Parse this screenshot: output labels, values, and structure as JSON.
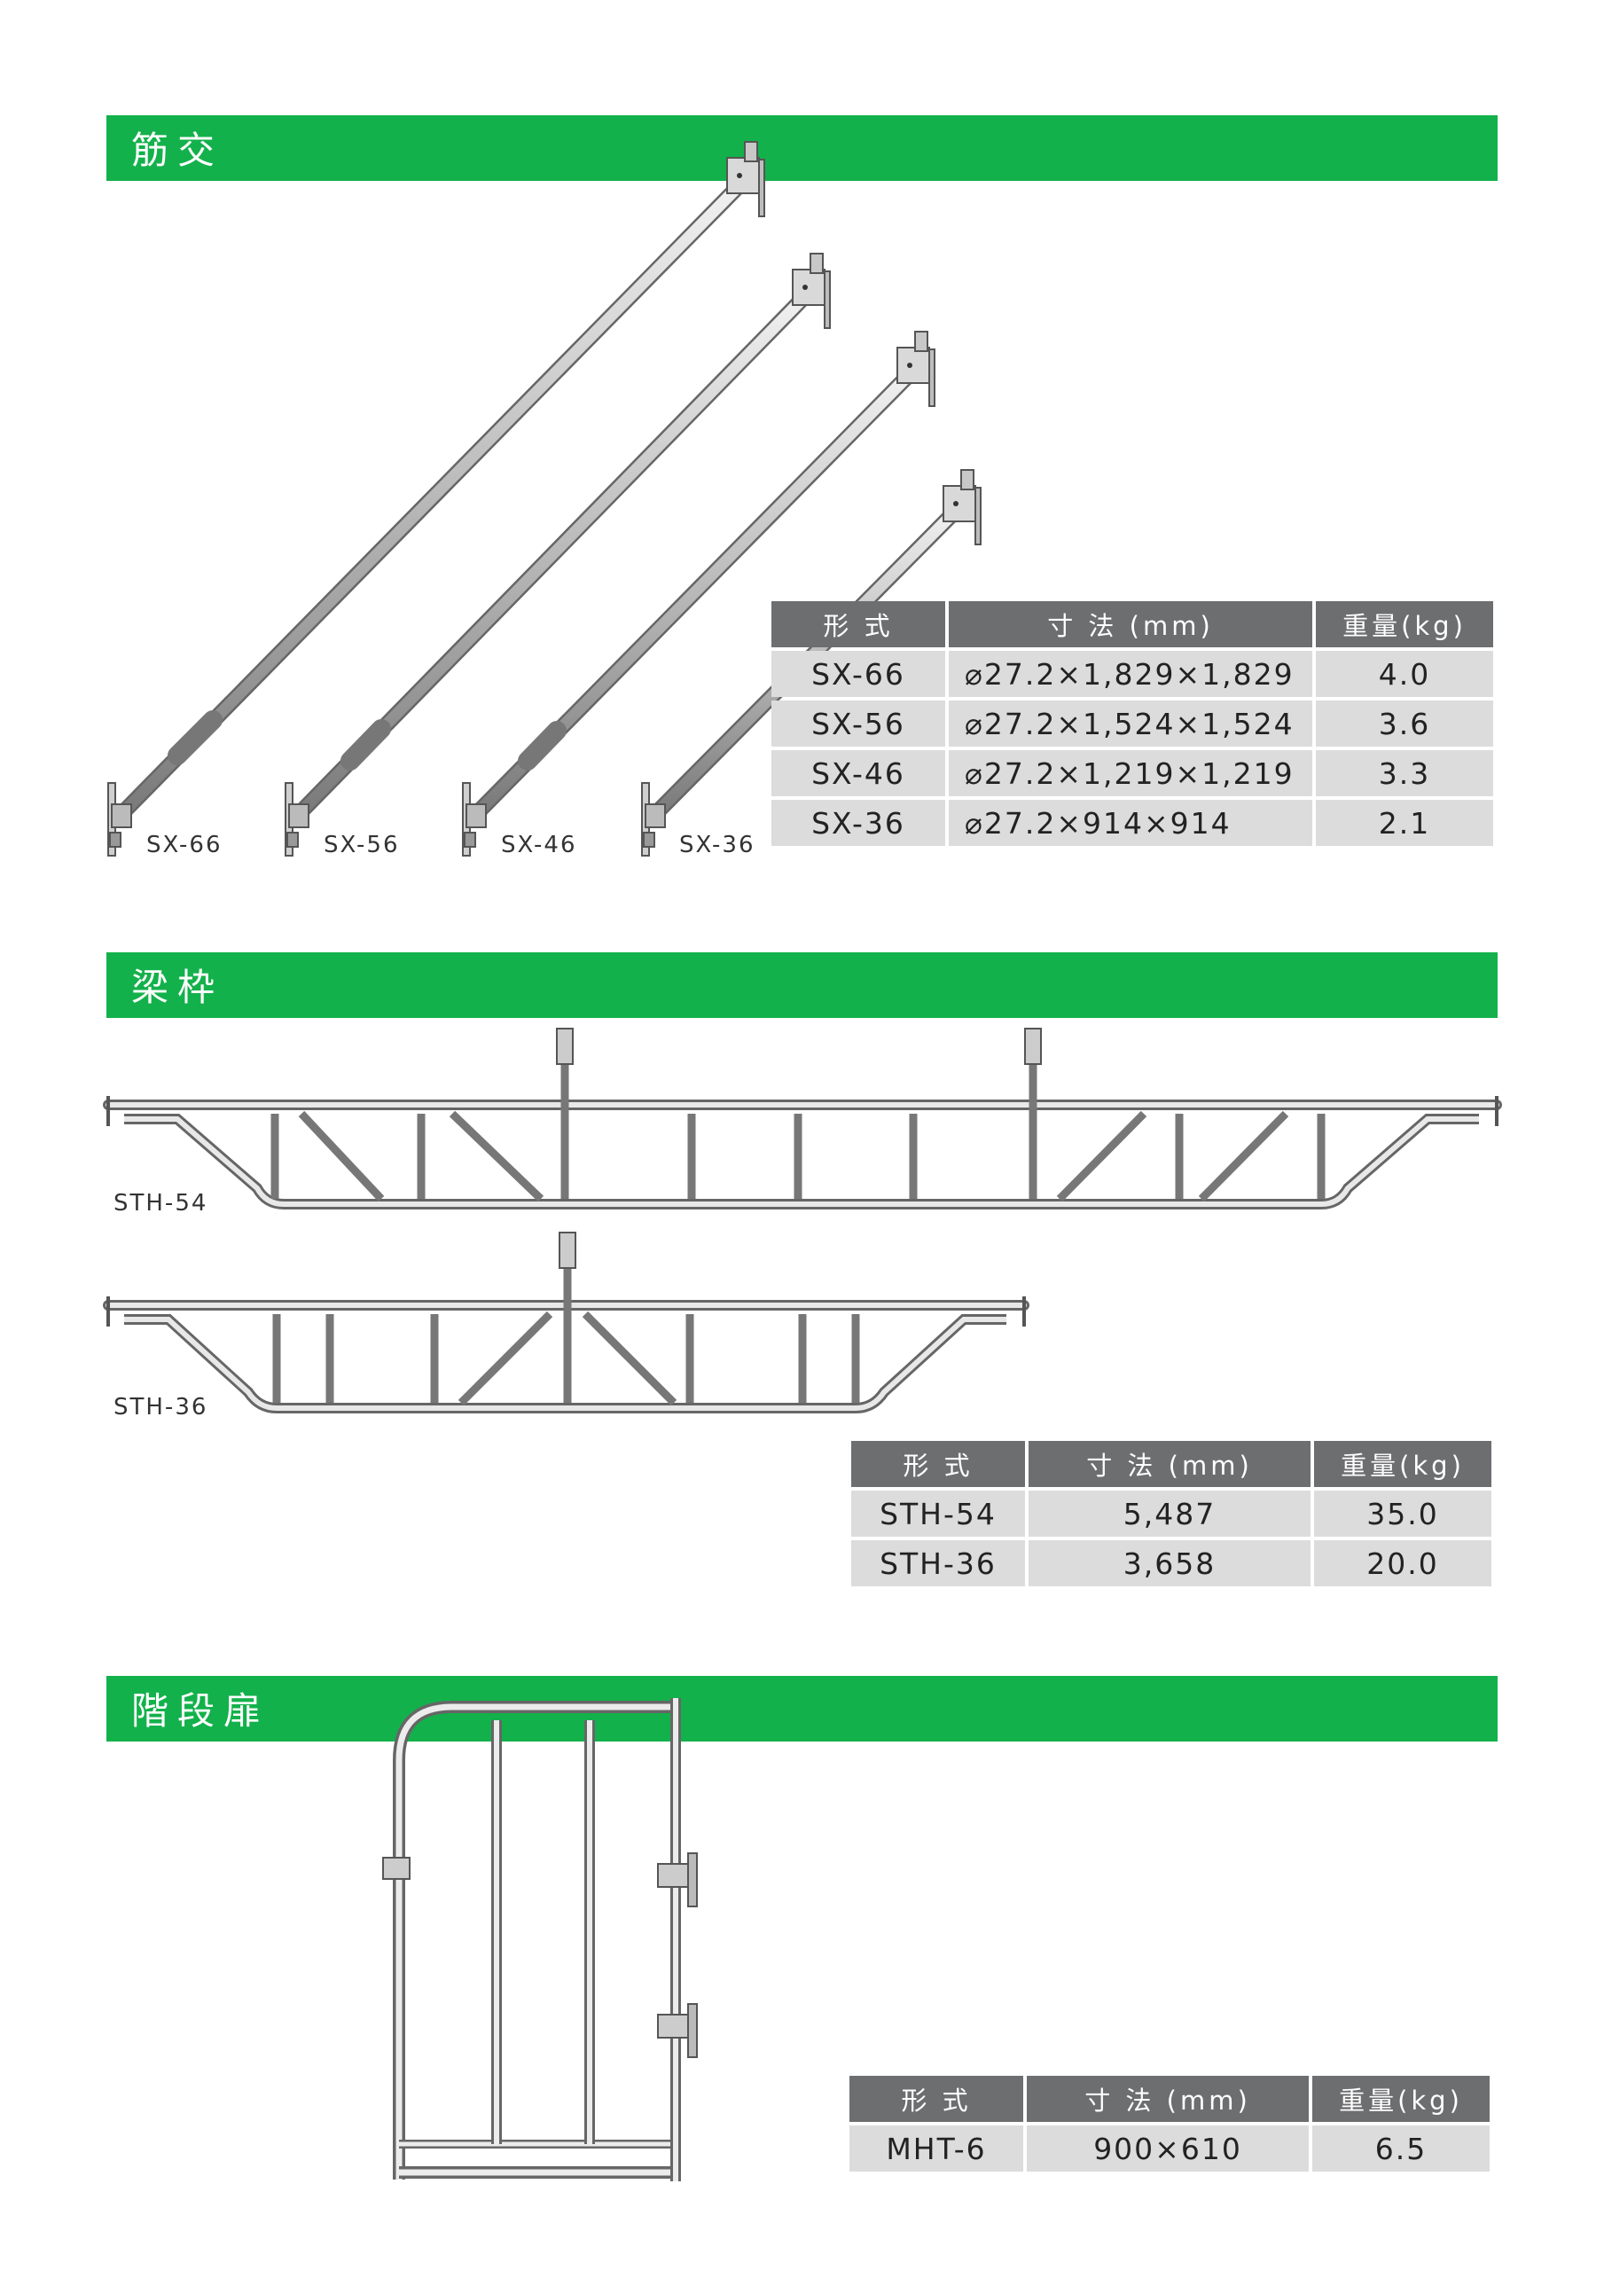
{
  "sections": {
    "brace": {
      "title": "筋交",
      "labels": [
        "SX-66",
        "SX-56",
        "SX-46",
        "SX-36"
      ],
      "table": {
        "headers": [
          "形 式",
          "寸 法 (mm)",
          "重量(kg)"
        ],
        "rows": [
          [
            "SX-66",
            "⌀27.2×1,829×1,829",
            "4.0"
          ],
          [
            "SX-56",
            "⌀27.2×1,524×1,524",
            "3.6"
          ],
          [
            "SX-46",
            "⌀27.2×1,219×1,219",
            "3.3"
          ],
          [
            "SX-36",
            "⌀27.2×914×914",
            "2.1"
          ]
        ]
      }
    },
    "beam": {
      "title": "梁枠",
      "labels": [
        "STH-54",
        "STH-36"
      ],
      "table": {
        "headers": [
          "形 式",
          "寸 法 (mm)",
          "重量(kg)"
        ],
        "rows": [
          [
            "STH-54",
            "5,487",
            "35.0"
          ],
          [
            "STH-36",
            "3,658",
            "20.0"
          ]
        ]
      }
    },
    "stair_door": {
      "title": "階段扉",
      "table": {
        "headers": [
          "形 式",
          "寸 法 (mm)",
          "重量(kg)"
        ],
        "rows": [
          [
            "MHT-6",
            "900×610",
            "6.5"
          ]
        ]
      }
    }
  },
  "colors": {
    "accent_green": "#13b14b",
    "header_gray": "#6d6e70",
    "cell_gray": "#dcdcdc"
  }
}
